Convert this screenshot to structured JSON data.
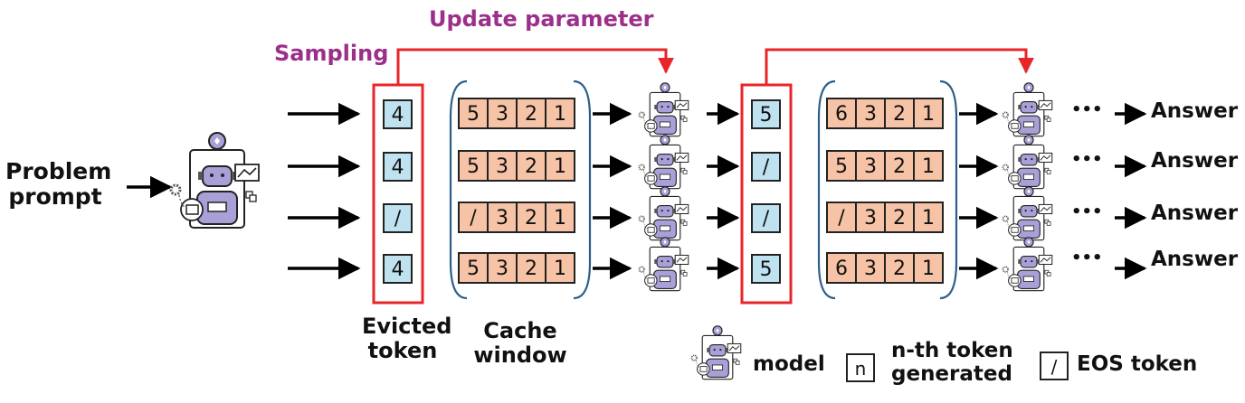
{
  "labels": {
    "update_parameter": "Update parameter",
    "sampling": "Sampling",
    "problem_prompt_line1": "Problem",
    "problem_prompt_line2": "prompt",
    "evicted_token_line1": "Evicted",
    "evicted_token_line2": "token",
    "cache_window_line1": "Cache",
    "cache_window_line2": "window",
    "answer": "Answer",
    "ellipsis": "•••"
  },
  "legend": {
    "model": "model",
    "nth_token_symbol": "n",
    "nth_token_line1": "n-th token",
    "nth_token_line2": "generated",
    "eos_symbol": "/",
    "eos_label": "EOS token"
  },
  "stage1": {
    "evicted": [
      "4",
      "4",
      "/",
      "4"
    ],
    "cache": [
      [
        "5",
        "3",
        "2",
        "1"
      ],
      [
        "5",
        "3",
        "2",
        "1"
      ],
      [
        "/",
        "3",
        "2",
        "1"
      ],
      [
        "5",
        "3",
        "2",
        "1"
      ]
    ]
  },
  "stage2": {
    "evicted": [
      "5",
      "/",
      "/",
      "5"
    ],
    "cache": [
      [
        "6",
        "3",
        "2",
        "1"
      ],
      [
        "5",
        "3",
        "2",
        "1"
      ],
      [
        "/",
        "3",
        "2",
        "1"
      ],
      [
        "6",
        "3",
        "2",
        "1"
      ]
    ]
  },
  "colors": {
    "accent_red": "#e8262a",
    "title_purple": "#9b2f8a",
    "token_blue": "#bfe2f0",
    "cache_orange": "#f6c3a6",
    "bracket_blue": "#2b5f8a",
    "robot_purple": "#aaa0d8"
  }
}
